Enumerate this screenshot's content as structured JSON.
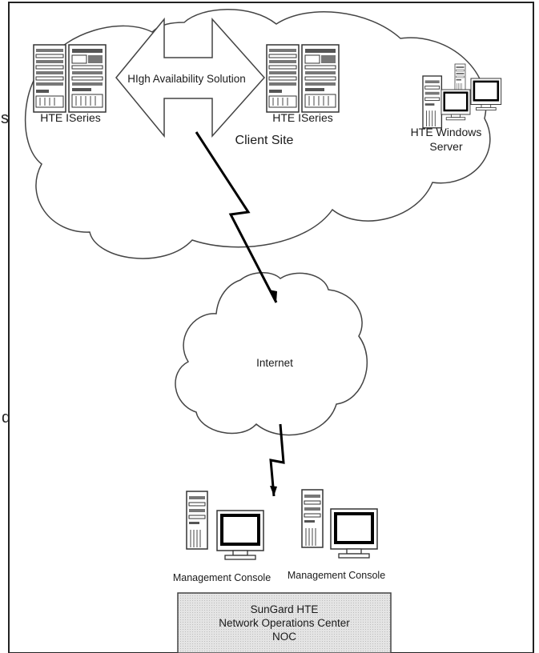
{
  "diagram": {
    "client_site": {
      "label": "Client Site"
    },
    "ha_link": {
      "label": "HIgh Availability Solution"
    },
    "iseries_left": {
      "label": "HTE ISeries"
    },
    "iseries_right": {
      "label": "HTE ISeries"
    },
    "windows_server": {
      "label_line1": "HTE Windows",
      "label_line2": "Server"
    },
    "internet": {
      "label": "Internet"
    },
    "console_left": {
      "label": "Management Console"
    },
    "console_right": {
      "label": "Management Console"
    },
    "noc": {
      "line1": "SunGard HTE",
      "line2": "Network Operations Center",
      "line3": "NOC"
    },
    "edge_fragments": {
      "left_top": "s",
      "left_mid": "d"
    }
  },
  "colors": {
    "stroke": "#333333",
    "noc_fill": "#dedede",
    "background": "#ffffff"
  }
}
